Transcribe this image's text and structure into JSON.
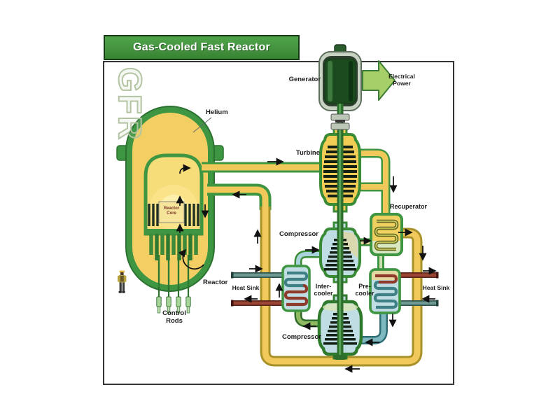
{
  "banner": {
    "title": "Gas-Cooled Fast Reactor"
  },
  "watermark": "GFR",
  "labels": {
    "helium": "Helium",
    "generator": "Generator",
    "electrical_power": [
      "Electrical",
      "Power"
    ],
    "turbine": "Turbine",
    "recuperator": "Recuperator",
    "compressor_upper": "Compressor",
    "compressor_lower": "Compressor",
    "intercooler": [
      "Inter-",
      "cooler"
    ],
    "precooler": [
      "Pre-",
      "cooler"
    ],
    "heat_sink_left": "Heat Sink",
    "heat_sink_right": "Heat Sink",
    "reactor": "Reactor",
    "reactor_core": [
      "Reactor",
      "Core"
    ],
    "control_rods": [
      "Control",
      "Rods"
    ]
  },
  "colors": {
    "banner_green": "#459340",
    "banner_border": "#173a17",
    "title_text": "#ffffff",
    "frame_border": "#333333",
    "vessel_green": "#3e9642",
    "vessel_green_dark": "#2c7130",
    "pipe_yellow": "#f0c95a",
    "olive_edge": "#a89128",
    "interior_yellow": "#f3cf63",
    "core_yellow": "#f7dd7a",
    "light_blue": "#c0dde4",
    "pale_green": "#d9e8c0",
    "pale_yellow": "#e2d69e",
    "teal_pipe": "#4f8f8f",
    "red_pipe": "#8e3b2c",
    "blade_dark": "#152015",
    "generator_dark": "#1c4a1f",
    "generator_case": "#c7d2c2",
    "power_arrow": "#a6cf6a",
    "power_arrow_edge": "#3c7d35",
    "label_text": "#1a1a1a",
    "watermark": "#b3c4a3",
    "arrow_black": "#111111"
  }
}
